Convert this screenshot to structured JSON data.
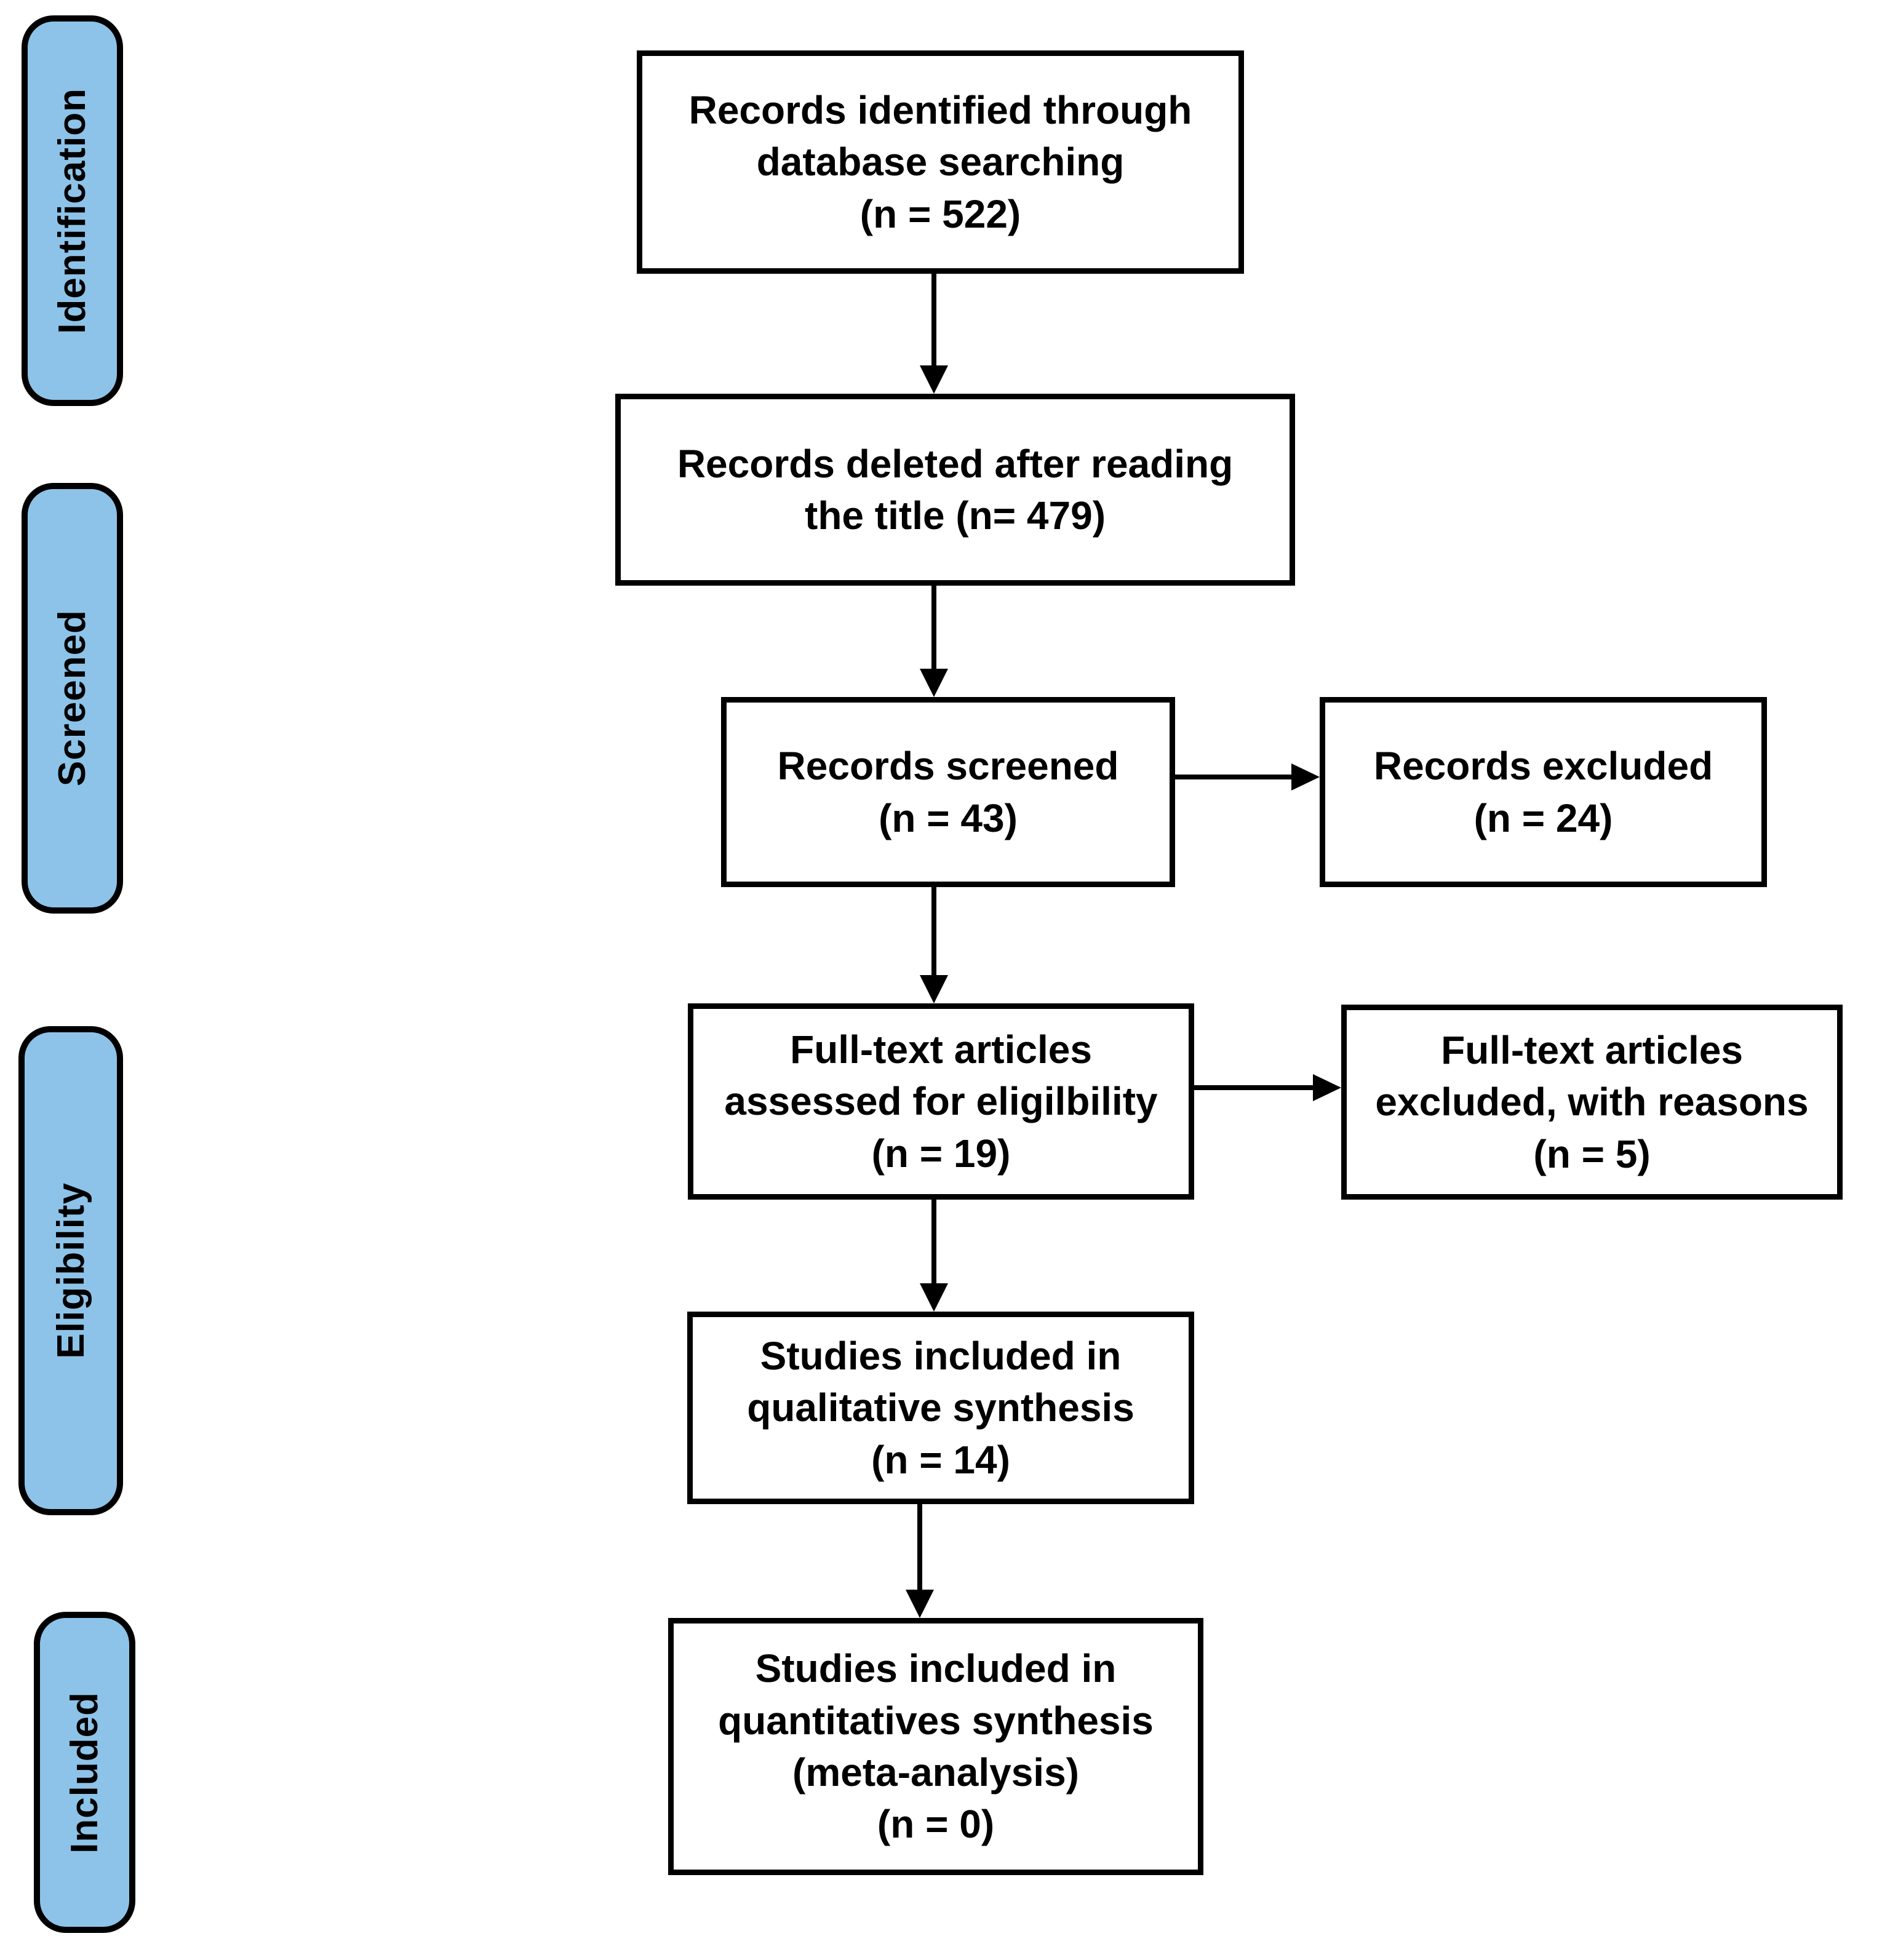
{
  "diagram": {
    "type": "prisma-flowchart",
    "stages": [
      {
        "label": "Identification"
      },
      {
        "label": "Screened"
      },
      {
        "label": "Eligibility"
      },
      {
        "label": "Included"
      }
    ],
    "boxes": {
      "identified": "Records identified through\ndatabase searching\n(n = 522)",
      "deleted": "Records deleted after reading\nthe title (n= 479)",
      "screened": "Records screened\n(n = 43)",
      "excluded": "Records excluded\n(n = 24)",
      "fulltext_assessed": "Full-text articles\nassessed for eligilbility\n(n = 19)",
      "fulltext_excluded": "Full-text articles\nexcluded, with reasons\n(n = 5)",
      "qualitative": "Studies included in\nqualitative synthesis\n(n = 14)",
      "quantitative": "Studies included in\nquantitatives synthesis\n(meta-analysis)\n(n = 0)"
    },
    "colors": {
      "stage_fill": "#8DC3E8",
      "stage_border": "#000000",
      "box_fill": "#FFFFFF",
      "box_border": "#000000",
      "arrow": "#000000",
      "background": "#FFFFFF",
      "text": "#000000"
    }
  }
}
